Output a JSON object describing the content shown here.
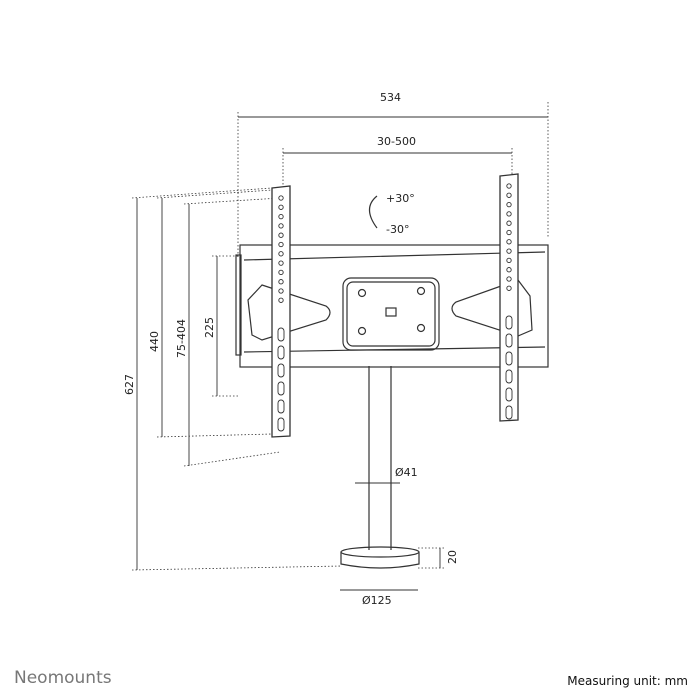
{
  "dimensions": {
    "total_width": "534",
    "hole_spacing_horizontal": "30-500",
    "tilt_up": "+30°",
    "tilt_down": "-30°",
    "total_height": "627",
    "bracket_height": "440",
    "hole_spacing_vertical": "75-404",
    "plate_height": "225",
    "pole_diameter": "Ø41",
    "base_height": "20",
    "base_diameter": "Ø125"
  },
  "footer": {
    "brand": "Neomounts",
    "measuring_unit": "Measuring unit: mm"
  }
}
